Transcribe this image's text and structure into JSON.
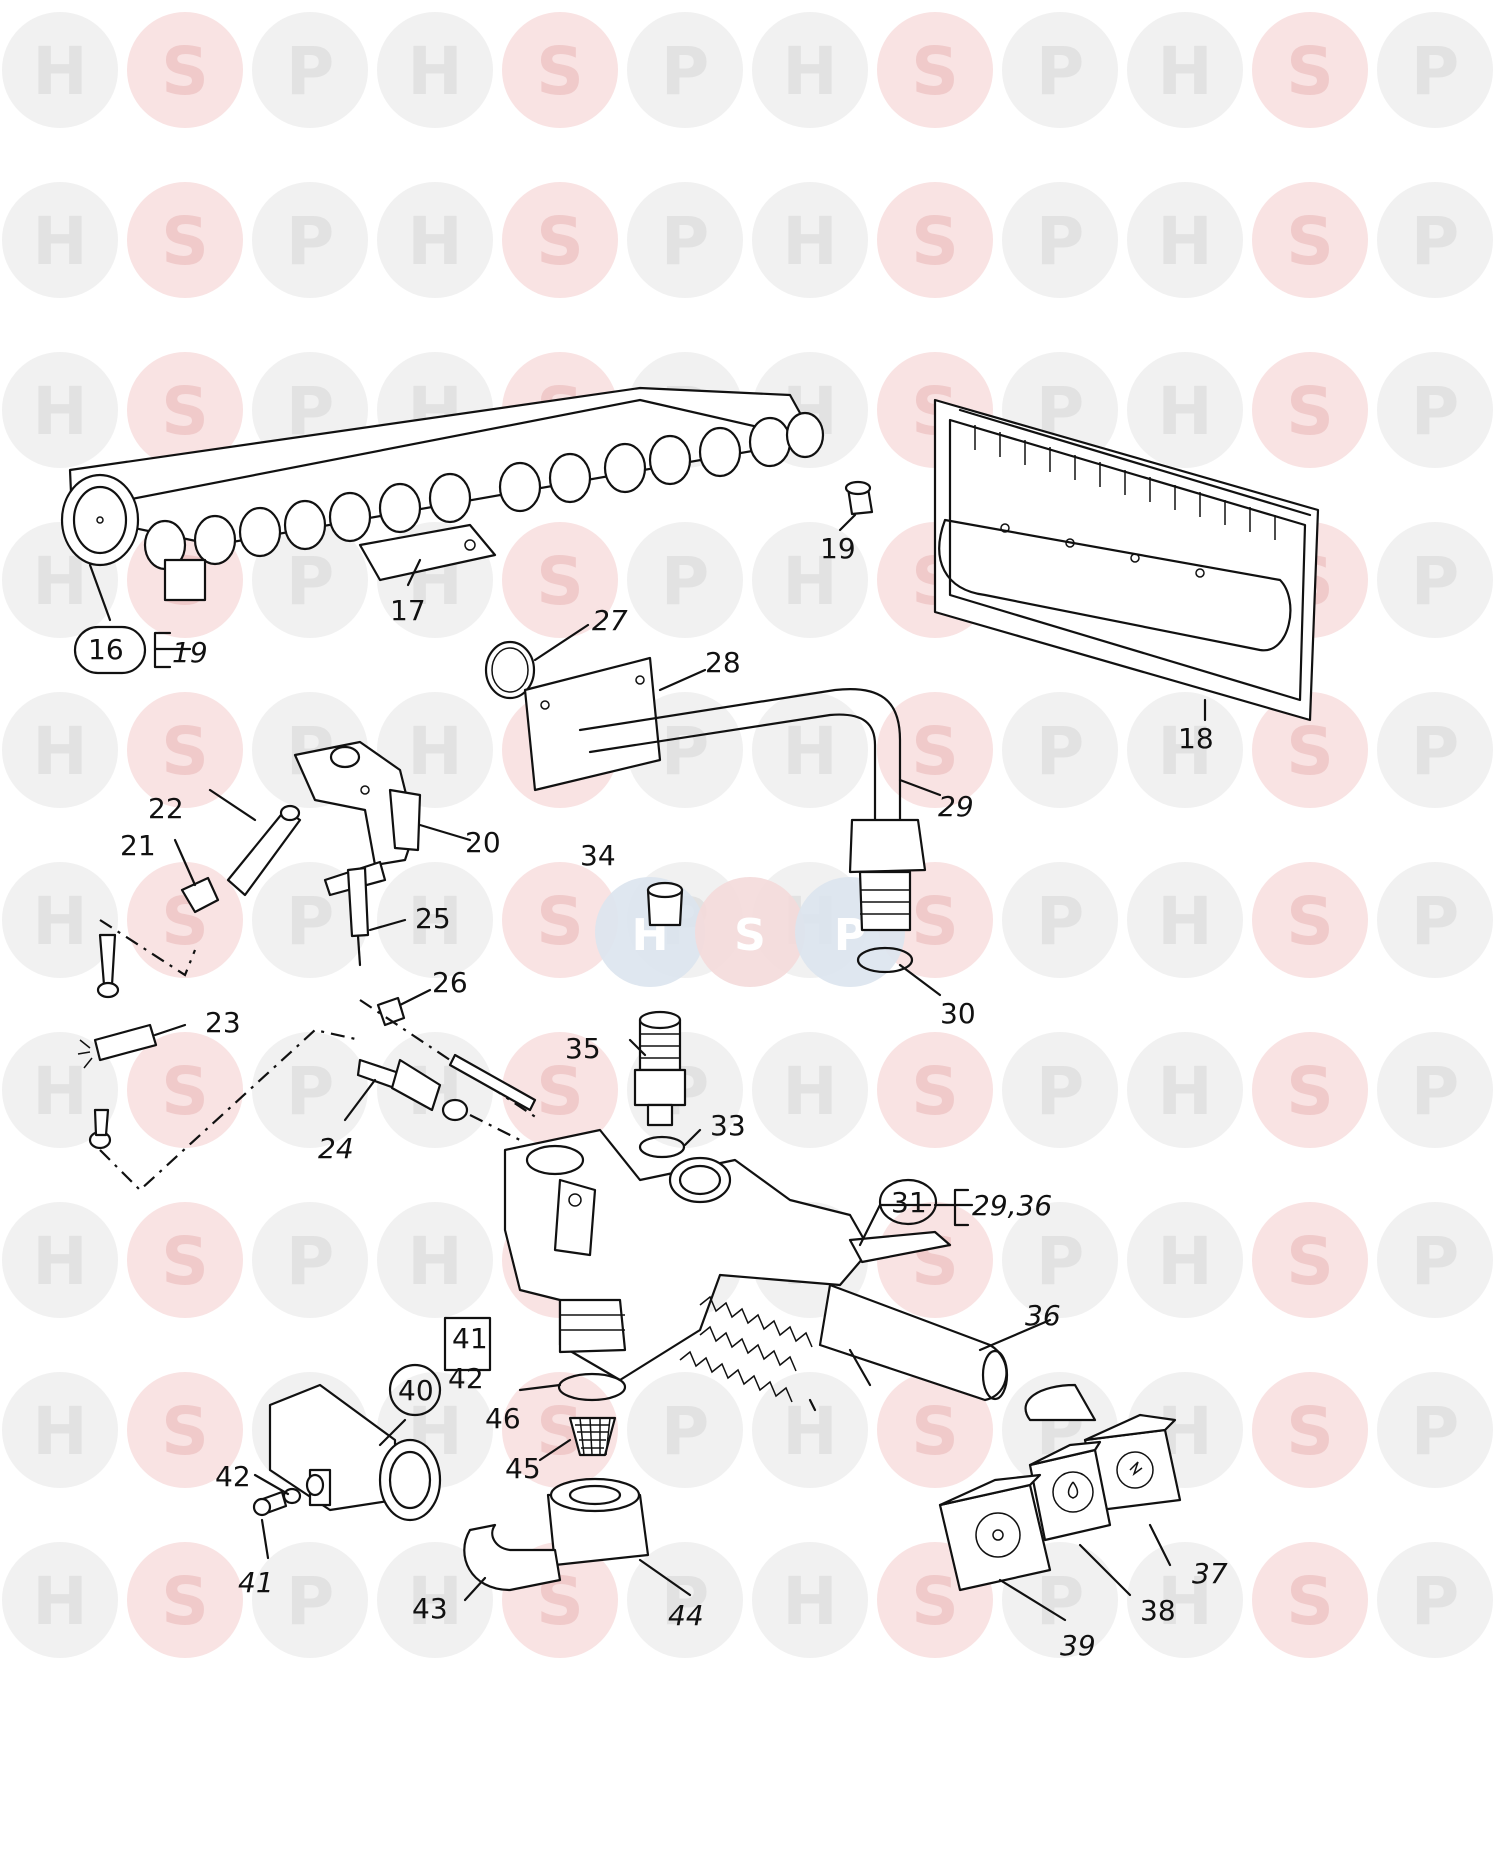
{
  "watermark": {
    "letters": [
      "H",
      "S",
      "P"
    ],
    "colors": {
      "h_disc": "#f1f1f1",
      "s_disc": "#f9e3e3",
      "letter": "#e2e2e2",
      "s_letter": "#f0caca"
    },
    "center_logo_colors": {
      "h": "#dbe4ee",
      "s": "#f4dada",
      "p": "#dbe4ee",
      "letter": "#ffffff"
    }
  },
  "callouts": {
    "c16": "16",
    "c16_ref": "19",
    "c17": "17",
    "c18": "18",
    "c19": "19",
    "c20": "20",
    "c21": "21",
    "c22": "22",
    "c23": "23",
    "c24": "24",
    "c25": "25",
    "c26": "26",
    "c27": "27",
    "c28": "28",
    "c29": "29",
    "c30": "30",
    "c31": "31",
    "c31_ref": "29,36",
    "c33": "33",
    "c34": "34",
    "c35": "35",
    "c36": "36",
    "c37": "37",
    "c38": "38",
    "c39": "39",
    "c40": "40",
    "c40_ref_a": "41",
    "c40_ref_b": "42",
    "c41": "41",
    "c42": "42",
    "c43": "43",
    "c44": "44",
    "c45": "45",
    "c46": "46"
  }
}
